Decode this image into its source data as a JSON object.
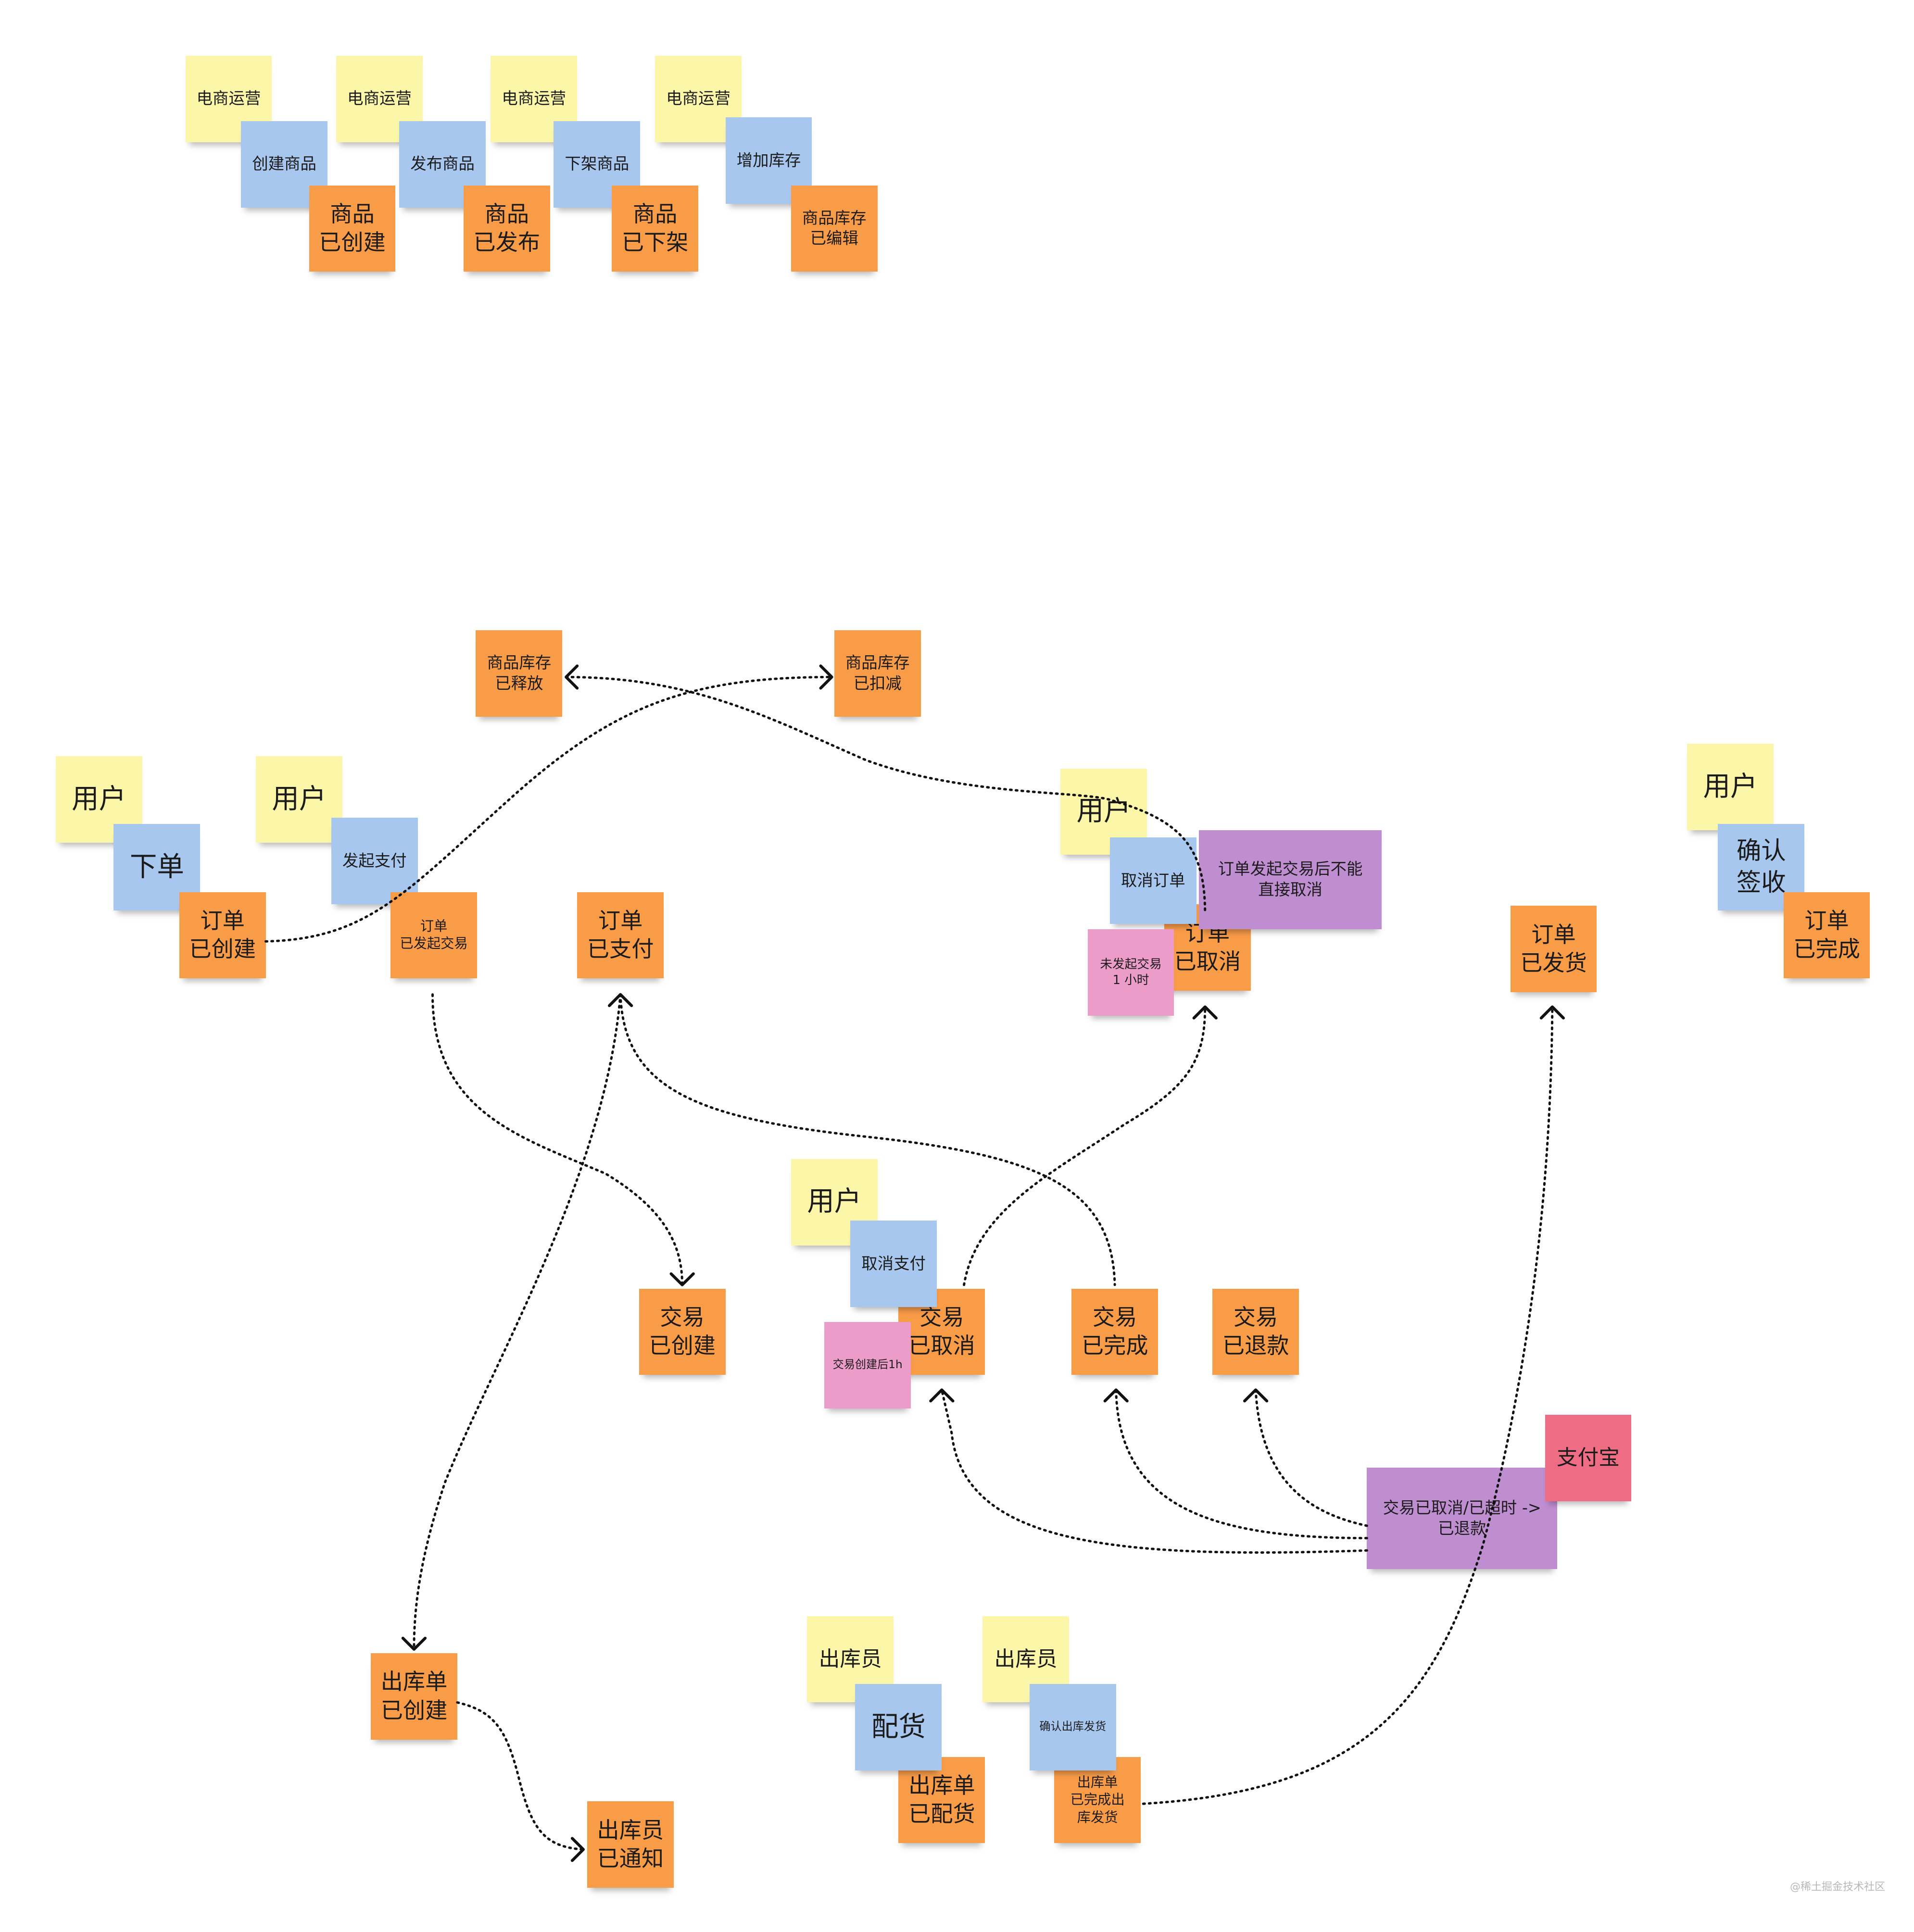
{
  "notes": [
    {
      "text": "电商运营",
      "color": "yellow"
    },
    {
      "text": "创建商品",
      "color": "blue"
    },
    {
      "text": "商品\n已创建",
      "color": "orange"
    },
    {
      "text": "电商运营",
      "color": "yellow"
    },
    {
      "text": "发布商品",
      "color": "blue"
    },
    {
      "text": "商品\n已发布",
      "color": "orange"
    },
    {
      "text": "电商运营",
      "color": "yellow"
    },
    {
      "text": "下架商品",
      "color": "blue"
    },
    {
      "text": "商品\n已下架",
      "color": "orange"
    },
    {
      "text": "电商运营",
      "color": "yellow"
    },
    {
      "text": "增加库存",
      "color": "blue"
    },
    {
      "text": "商品库存\n已编辑",
      "color": "orange"
    },
    {
      "text": "商品库存\n已释放",
      "color": "orange"
    },
    {
      "text": "商品库存\n已扣减",
      "color": "orange"
    },
    {
      "text": "用户",
      "color": "yellow"
    },
    {
      "text": "下单",
      "color": "blue"
    },
    {
      "text": "订单\n已创建",
      "color": "orange"
    },
    {
      "text": "用户",
      "color": "yellow"
    },
    {
      "text": "发起支付",
      "color": "blue"
    },
    {
      "text": "订单\n已发起交易",
      "color": "orange"
    },
    {
      "text": "订单\n已支付",
      "color": "orange"
    },
    {
      "text": "订单\n已取消",
      "color": "orange"
    },
    {
      "text": "用户",
      "color": "yellow"
    },
    {
      "text": "取消订单",
      "color": "blue"
    },
    {
      "text": "订单发起交易后不能\n直接取消",
      "color": "purple"
    },
    {
      "text": "未发起交易\n1 小时",
      "color": "pink"
    },
    {
      "text": "用户",
      "color": "yellow"
    },
    {
      "text": "确认\n签收",
      "color": "blue"
    },
    {
      "text": "订单\n已完成",
      "color": "orange"
    },
    {
      "text": "订单\n已发货",
      "color": "orange"
    },
    {
      "text": "交易\n已创建",
      "color": "orange"
    },
    {
      "text": "交易\n已取消",
      "color": "orange"
    },
    {
      "text": "用户",
      "color": "yellow"
    },
    {
      "text": "取消支付",
      "color": "blue"
    },
    {
      "text": "交易创建后1h",
      "color": "pink"
    },
    {
      "text": "交易\n已完成",
      "color": "orange"
    },
    {
      "text": "交易\n已退款",
      "color": "orange"
    },
    {
      "text": "交易已取消/已超时 ->\n已退款",
      "color": "purple"
    },
    {
      "text": "支付宝",
      "color": "red"
    },
    {
      "text": "出库单\n已创建",
      "color": "orange"
    },
    {
      "text": "出库员\n已通知",
      "color": "orange"
    },
    {
      "text": "出库单\n已配货",
      "color": "orange"
    },
    {
      "text": "出库员",
      "color": "yellow"
    },
    {
      "text": "配货",
      "color": "blue"
    },
    {
      "text": "出库单\n已完成出\n库发货",
      "color": "orange"
    },
    {
      "text": "出库员",
      "color": "yellow"
    },
    {
      "text": "确认出库发货",
      "color": "blue"
    }
  ],
  "colors": {
    "yellow": "#fbf6a8",
    "blue": "#a8c7ef",
    "orange": "#f99c48",
    "pink": "#ec9cc8",
    "purple": "#bf8ed0",
    "red": "#ee6c84",
    "arrow": "#111111"
  },
  "watermark": "@稀土掘金技术社区"
}
